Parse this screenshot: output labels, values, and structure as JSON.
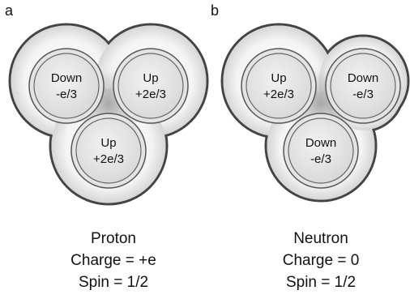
{
  "panels": [
    {
      "letter": "a",
      "particle": "Proton",
      "charge_text": "Charge = +e",
      "spin_text": "Spin = 1/2",
      "quarks": [
        {
          "name": "Down",
          "charge": "-e/3"
        },
        {
          "name": "Up",
          "charge": "+2e/3"
        },
        {
          "name": "Up",
          "charge": "+2e/3"
        }
      ]
    },
    {
      "letter": "b",
      "particle": "Neutron",
      "charge_text": "Charge = 0",
      "spin_text": "Spin = 1/2",
      "quarks": [
        {
          "name": "Up",
          "charge": "+2e/3"
        },
        {
          "name": "Down",
          "charge": "-e/3"
        },
        {
          "name": "Down",
          "charge": "-e/3"
        }
      ]
    }
  ],
  "colors": {
    "outer_fill": "#ececec",
    "outer_stroke": "#444444",
    "quark_fill": "#e4e4e4",
    "quark_stroke": "#555555",
    "glow": "#b8b8b8"
  }
}
